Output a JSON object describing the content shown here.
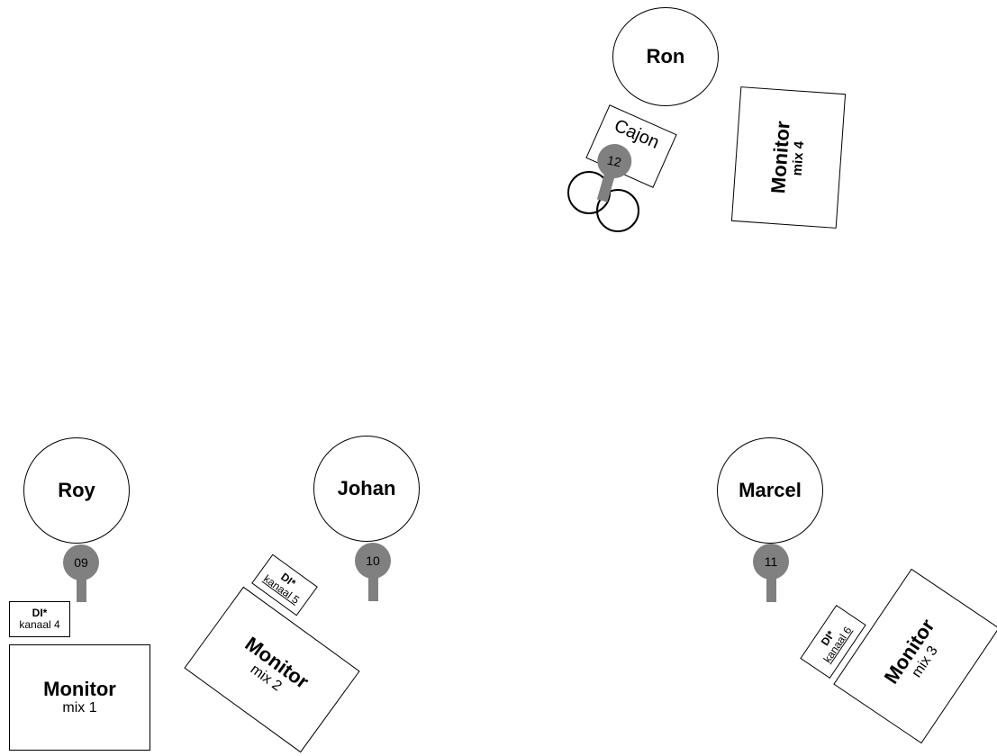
{
  "musicians": {
    "ron": "Ron",
    "roy": "Roy",
    "johan": "Johan",
    "marcel": "Marcel"
  },
  "mics": {
    "mic_09": "09",
    "mic_10": "10",
    "mic_11": "11",
    "mic_12": "12"
  },
  "monitors": {
    "monitor_1": {
      "title": "Monitor",
      "mix": "mix 1"
    },
    "monitor_2": {
      "title": "Monitor",
      "mix": "mix 2"
    },
    "monitor_3": {
      "title": "Monitor",
      "mix": "mix 3"
    },
    "monitor_4": {
      "title": "Monitor",
      "mix": "mix 4"
    }
  },
  "di_boxes": {
    "di_4": {
      "title": "DI*",
      "channel": "kanaal 4"
    },
    "di_5": {
      "title": "DI*",
      "channel": "kanaal 5"
    },
    "di_6": {
      "title": "DI*",
      "channel": "kanaal 6"
    }
  },
  "instruments": {
    "cajon": "Cajon"
  },
  "colors": {
    "mic": "#808080",
    "outline": "#000000",
    "background": "#ffffff"
  }
}
